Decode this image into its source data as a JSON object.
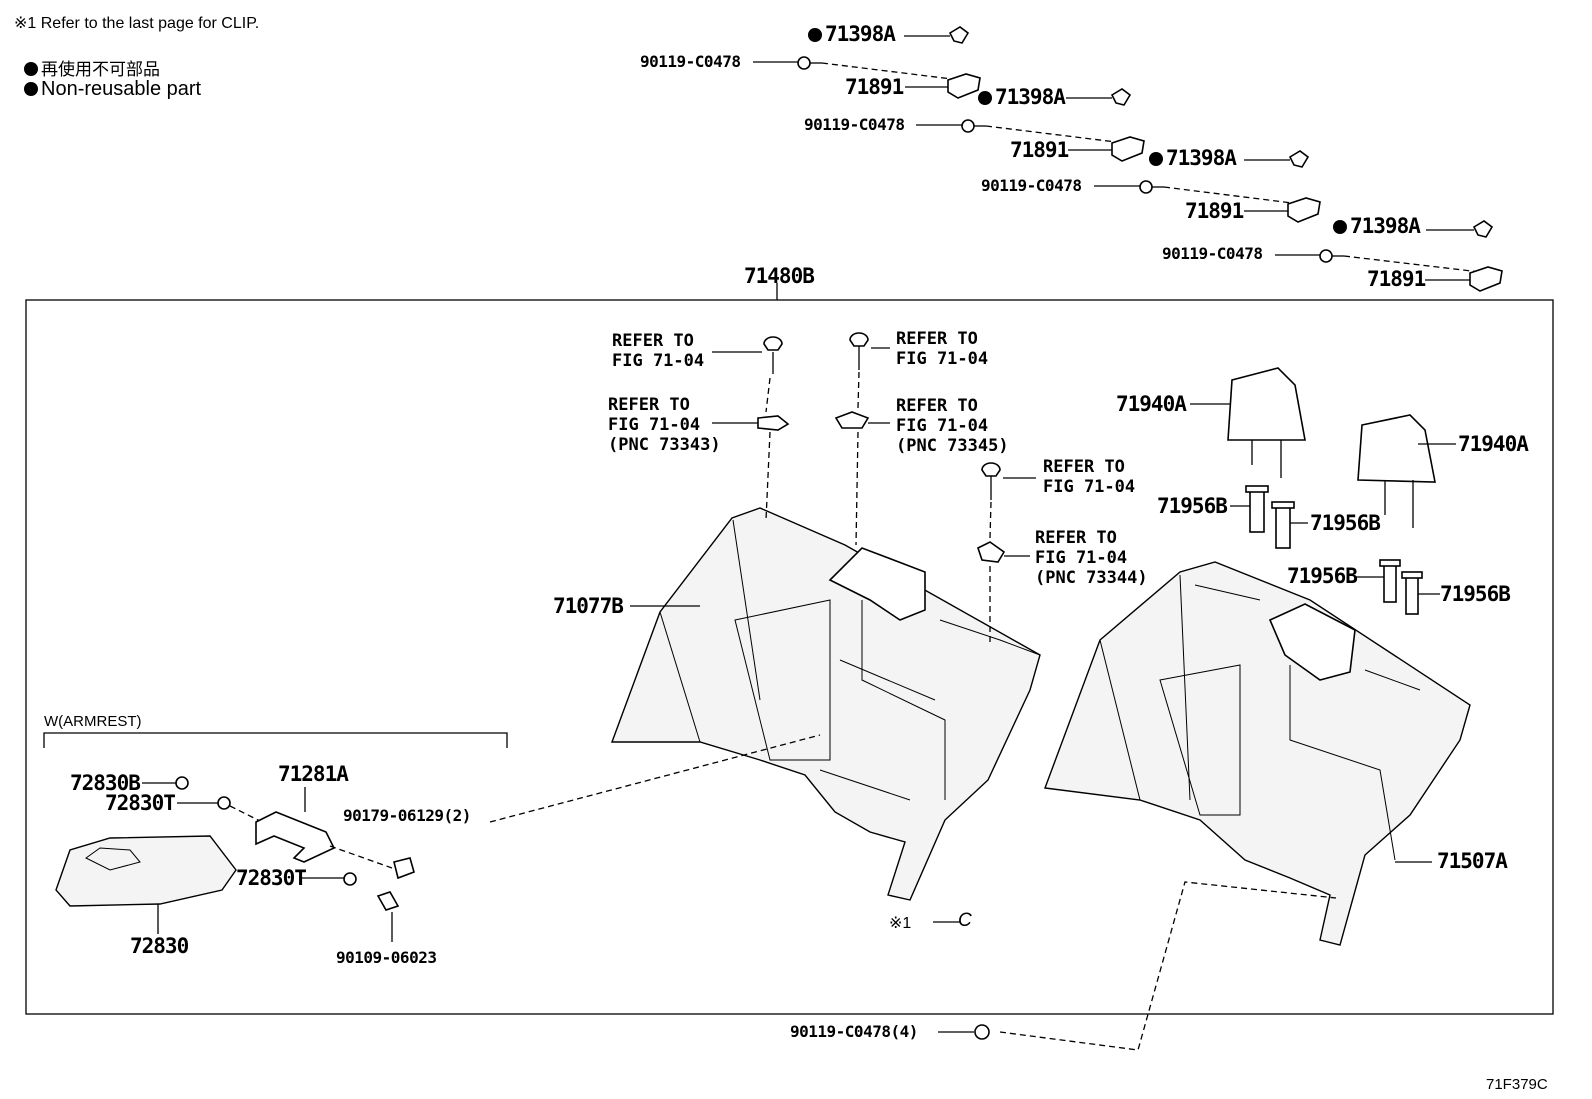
{
  "notes": {
    "clip_note": "※1 Refer to the last page for CLIP.",
    "legend_jp": "再使用不可部品",
    "legend_en": "Non-reusable part"
  },
  "top_parts": [
    {
      "clip": "71398A",
      "bolt": "90119-C0478",
      "bracket": "71891"
    },
    {
      "clip": "71398A",
      "bolt": "90119-C0478",
      "bracket": "71891"
    },
    {
      "clip": "71398A",
      "bolt": "90119-C0478",
      "bracket": "71891"
    },
    {
      "clip": "71398A",
      "bolt": "90119-C0478",
      "bracket": "71891"
    }
  ],
  "assembly": {
    "label": "71480B",
    "seatback_left": "71077B",
    "seatback_right": "71507A",
    "headrest_a": "71940A",
    "headrest_b": "71940A",
    "guides": [
      "71956B",
      "71956B",
      "71956B",
      "71956B"
    ],
    "clip_ref": "※1",
    "clip_mark": "C"
  },
  "refer": {
    "r1": "REFER TO\nFIG 71-04",
    "r2": "REFER TO\nFIG 71-04",
    "r3": "REFER TO\nFIG 71-04\n(PNC 73343)",
    "r4": "REFER TO\nFIG 71-04\n(PNC 73345)",
    "r5": "REFER TO\nFIG 71-04",
    "r6": "REFER TO\nFIG 71-04\n(PNC 73344)"
  },
  "armrest": {
    "group_label": "W(ARMREST)",
    "part_72830B": "72830B",
    "part_72830T_a": "72830T",
    "part_72830T_b": "72830T",
    "part_71281A": "71281A",
    "part_72830": "72830",
    "screw_90179": "90179-06129(2)",
    "bolt_90109": "90109-06023"
  },
  "bottom_bolt": "90119-C0478(4)",
  "fig_code": "71F379C"
}
